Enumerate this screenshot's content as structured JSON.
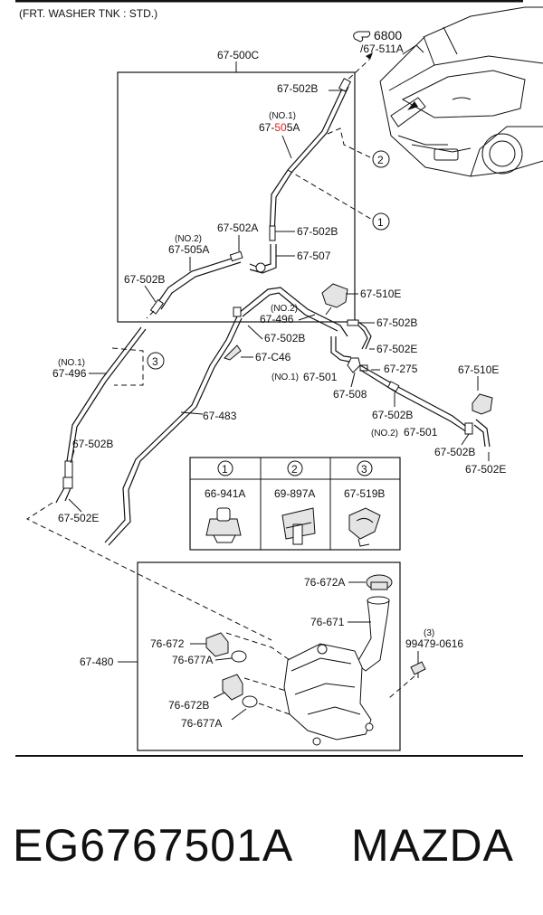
{
  "header": {
    "title": "(FRT. WASHER TNK : STD.)"
  },
  "refs": {
    "group": "6800",
    "group_part": "/67-511A"
  },
  "labels": {
    "p500c": "67-500C",
    "p502b_a": "67-502B",
    "no1_a": "(NO.1)",
    "p505a_pre": "67-",
    "p505a_mid": "50",
    "p505a_post": "5A",
    "p502a": "67-502A",
    "p502b_b": "67-502B",
    "no2_a": "(NO.2)",
    "p505a_b": "67-505A",
    "p507": "67-507",
    "p502b_c": "67-502B",
    "p510e_a": "67-510E",
    "no2_b": "(NO.2)",
    "p496_a": "67-496",
    "p502b_d": "67-502B",
    "p502b_e": "67-502B",
    "p502e_a": "67-502E",
    "no1_b": "(NO.1)",
    "p496_b": "67-496",
    "pc46": "67-C46",
    "no1_c": "(NO.1)",
    "p501_a": "67-501",
    "p275": "67-275",
    "p510e_b": "67-510E",
    "p508": "67-508",
    "p483": "67-483",
    "p502b_f": "67-502B",
    "no2_c": "(NO.2)",
    "p501_b": "67-501",
    "p502b_g": "67-502B",
    "p502b_h": "67-502B",
    "p502e_b": "67-502E",
    "p502e_c": "67-502E",
    "p672a": "76-672A",
    "p671": "76-671",
    "p99479": "99479-0616",
    "p99479_qty": "(3)",
    "p672": "76-672",
    "p480": "67-480",
    "p677a_a": "76-677A",
    "p672b": "76-672B",
    "p677a_b": "76-677A"
  },
  "callouts": {
    "c1": "1",
    "c2": "2",
    "c3": "3"
  },
  "clip_table": {
    "headers": [
      "1",
      "2",
      "3"
    ],
    "parts": [
      "66-941A",
      "69-897A",
      "67-519B"
    ]
  },
  "footer": {
    "part_number": "EG6767501A",
    "brand": "MAZDA"
  }
}
